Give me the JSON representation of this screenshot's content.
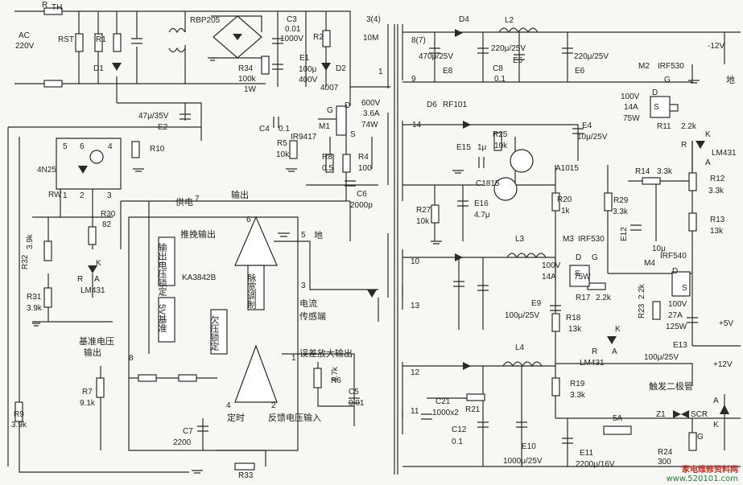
{
  "labels": {
    "ac": "AC",
    "ac_v": "220V",
    "rth": "R",
    "rth_sub": "TH",
    "rst": "RST",
    "r1": "R1",
    "d1": "D1",
    "rbp": "RBP205",
    "c3": "C3",
    "c3v": "0.01",
    "c3r": "1000V",
    "r2": "R2",
    "d2": "D2",
    "d2v": "4007",
    "t34": "3(4)",
    "t10m": "10M",
    "e1": "E1",
    "e1v": "100μ",
    "e1r": "400V",
    "r34": "R34",
    "r34v": "100k",
    "r34w": "1W",
    "e2v": "47μ/35V",
    "e2": "E2",
    "r10": "R10",
    "n5": "5",
    "n6": "6",
    "n4": "4",
    "n1": "1",
    "n2": "2",
    "n3": "3",
    "opto": "4N25",
    "rw": "RW",
    "r30": "R30",
    "r30v": "82",
    "r32": "R32",
    "r32v": "3.9k",
    "r31": "R31",
    "r31v": "3.9k",
    "k": "K",
    "r": "R",
    "a": "A",
    "lm431": "LM431",
    "c4": "C4",
    "c4v": "0.1",
    "r5": "R5",
    "r5v": "10k",
    "g": "G",
    "d": "D",
    "s": "S",
    "m1": "M1",
    "m1p": "IR9417",
    "m1v": "600V",
    "m1a": "3.6A",
    "m1w": "74W",
    "r8": "R8",
    "r8v": "0.5",
    "r4": "R4",
    "r4v": "100",
    "c6": "C6",
    "c6v": "2000p",
    "gong": "供电",
    "shuchu": "输出",
    "tuiwan": "推挽输出",
    "p7": "7",
    "p6": "6",
    "p5": "5",
    "p3": "3",
    "p8": "8",
    "p4": "4",
    "p2": "2",
    "p1": "1",
    "ic": "KA3842B",
    "ref5v": "5V基准",
    "outlock": "输出电压锁定",
    "undervolt": "欠压锁定",
    "pwm": "脉宽调制",
    "jizhun": "基准电压",
    "jizhun2": "输出",
    "dianliu": "电流",
    "chuangan": "传感端",
    "wucha": "误差放大输出",
    "fankui": "反馈电压输入",
    "dingshi": "定时",
    "di": "地",
    "r6": "R6",
    "r6v": "4.7k",
    "c5": "C5",
    "c5v": "0.01",
    "r7": "R7",
    "r7v": "9.1k",
    "r9": "R9",
    "r9v": "3.9k",
    "c7": "C7",
    "c7v": "2200",
    "r33": "R33",
    "t87": "8(7)",
    "t9": "9",
    "t14": "14",
    "t10": "10",
    "t13": "13",
    "t12": "12",
    "t11": "11",
    "d4": "D4",
    "d6": "D6",
    "rf101": "RF101",
    "l2": "L2",
    "e8v": "470μ/25V",
    "e8": "E8",
    "e5v": "220μ/25V",
    "e5": "E5",
    "c8": "C8",
    "c8v": "0.1",
    "e6v": "220μ/25V",
    "e6": "E6",
    "m12v": "-12V",
    "m2": "M2",
    "m2p": "IRF530",
    "m2v": "100V",
    "m2a": "14A",
    "m2w": "75W",
    "r11": "R11",
    "r11v": "2.2k",
    "e4": "E4",
    "e4v": "10μ/25V",
    "r25": "R25",
    "r25v": "10k",
    "e15": "E15",
    "e15v": "1μ",
    "a1015": "A1015",
    "c1815": "C1815",
    "e16": "E16",
    "e16v": "4.7μ",
    "r27": "R27",
    "r27v": "10k",
    "r20": "R20",
    "r20v": "1k",
    "r29": "R29",
    "r29v": "3.3k",
    "r14": "R14",
    "r14v": "3.3k",
    "r12": "R12",
    "r12v": "3.3k",
    "r13": "R13",
    "r13v": "13k",
    "e12": "E12",
    "e12v": "10μ",
    "l3": "L3",
    "m3": "M3",
    "m3p": "IRF530",
    "m3v": "100V",
    "m3a": "14A",
    "m3w": "75W",
    "m4": "M4",
    "m4p": "IRF540",
    "m4v": "100V",
    "m4a": "27A",
    "m4w": "125W",
    "r17": "R17",
    "r17v": "2.2k",
    "r23": "R23",
    "r23v": "2.2k",
    "e9": "E9",
    "e9v": "100μ/25V",
    "r18": "R18",
    "r18v": "13k",
    "r19": "R19",
    "r19v": "3.3k",
    "e13": "E13",
    "e13v": "100μ/25V",
    "p5v": "+5V",
    "p12v": "+12V",
    "l4": "L4",
    "c21": "C21",
    "c21v": "1000x2",
    "r21": "R21",
    "c12": "C12",
    "c12v": "0.1",
    "e10": "E10",
    "e10v": "1000μ/25V",
    "e11": "E11",
    "e11v": "2200μ/16V",
    "fuse": "5A",
    "trig": "触发二极管",
    "z1": "Z1",
    "scr": "SCR",
    "r24": "R24",
    "r24v": "300"
  },
  "watermark": {
    "line1": "家电维修资料网",
    "line2": "www.520101.com"
  }
}
